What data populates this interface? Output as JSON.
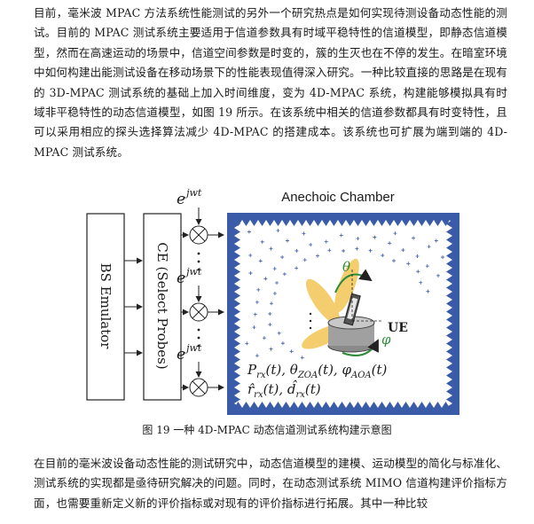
{
  "paragraph_top": "目前，毫米波 MPAC 方法系统性能测试的另外一个研究热点是如何实现待测设备动态性能的测试。目前的 MPAC 测试系统主要适用于信道参数具有时域平稳特性的信道模型，即静态信道模型，然而在高速运动的场景中，信道空间参数是时变的，簇的生灭也在不停的发生。在暗室环境中如何构建出能测试设备在移动场景下的性能表现值得深入研究。一种比较直接的思路是在现有的 3D-MPAC 测试系统的基础上加入时间维度，变为 4D-MPAC 系统，构建能够模拟具有时域非平稳特性的动态信道模型，如图 19 所示。在该系统中相关的信道参数都具有时变特性，且可以采用相应的探头选择算法减少 4D-MPAC 的搭建成本。该系统也可扩展为端到端的 4D-MPAC 测试系统。",
  "figure": {
    "bs_emulator_label": "BS Emulator",
    "ce_label": "CE (Select Probes)",
    "phase_factor": {
      "base": "e",
      "exponent": "jwt"
    },
    "chamber_title": "Anechoic Chamber",
    "ue_label": "UE",
    "theta_symbol": "θ",
    "phi_symbol": "φ",
    "formula_line1": "P_rx(t), θ_ZOA(t), φ_AOA(t)",
    "formula_line2": "r̂_rx(t), d̂_rx(t)",
    "chamber_border_color": "#3a5ba8",
    "probe_color": "#3a5ba8",
    "beam_color": "#f3c95f"
  },
  "caption": "图 19 一种 4D-MPAC 动态信道测试系统构建示意图",
  "paragraph_bottom": "在目前的毫米波设备动态性能的测试研究中，动态信道模型的建模、运动模型的简化与标准化、测试系统的实现都是亟待研究解决的问题。同时，在动态测试系统 MIMO 信道构建评价指标方面，也需要重新定义新的评价指标或对现有的评价指标进行拓展。其中一种比较"
}
